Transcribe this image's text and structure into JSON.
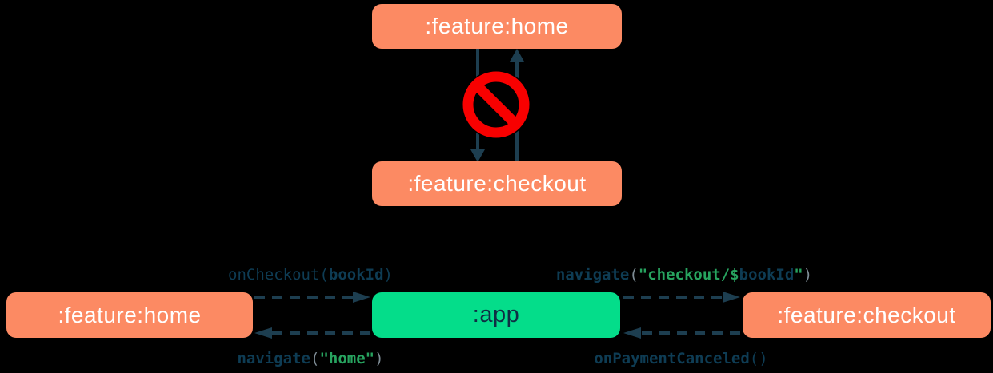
{
  "colors": {
    "bg": "#000000",
    "coral": "#FC8A63",
    "green": "#04DD8A",
    "navy": "#0E3C54",
    "navy-dark": "#0F2E44",
    "arrow": "#1D3E50",
    "red": "#F80000",
    "gray": "#7E8C95",
    "str-green": "#27A35F"
  },
  "top_diagram": {
    "home_module": ":feature:home",
    "checkout_module": ":feature:checkout",
    "forbidden_icon": "no-entry-icon"
  },
  "bottom_diagram": {
    "home_module": ":feature:home",
    "app_module": ":app",
    "checkout_module": ":feature:checkout",
    "edges": {
      "on_checkout": {
        "fn": "onCheckout",
        "open": "(",
        "arg": "bookId",
        "close": ")"
      },
      "navigate_checkout": {
        "fn": "navigate",
        "open": "(",
        "str_prefix": "\"checkout/",
        "dollar": "$",
        "var": "bookId",
        "str_suffix": "\"",
        "close": ")"
      },
      "navigate_home": {
        "fn": "navigate",
        "open": "(",
        "str": "\"home\"",
        "close": ")"
      },
      "on_payment_canceled": {
        "fn": "onPaymentCanceled",
        "parens": "()"
      }
    }
  }
}
